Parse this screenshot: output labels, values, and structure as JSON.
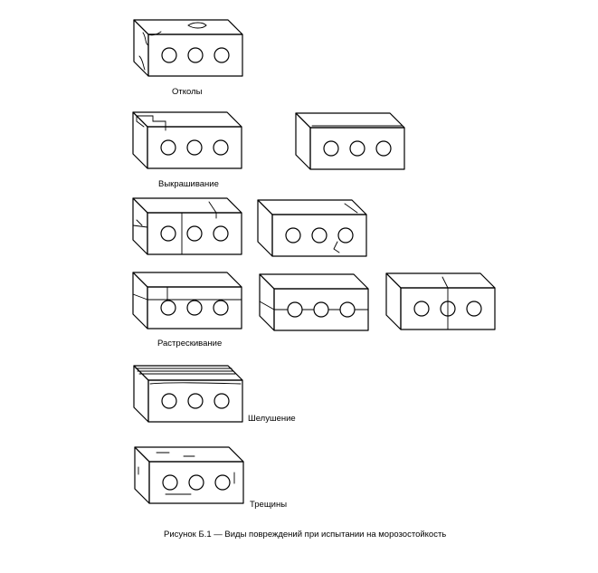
{
  "labels": {
    "chips": "Отколы",
    "crumbling": "Выкрашивание",
    "cracking": "Растрескивание",
    "peeling": "Шелушение",
    "cracks": "Трещины"
  },
  "caption": "Рисунок Б.1 — Виды повреждений при испытании на морозостойкость"
}
